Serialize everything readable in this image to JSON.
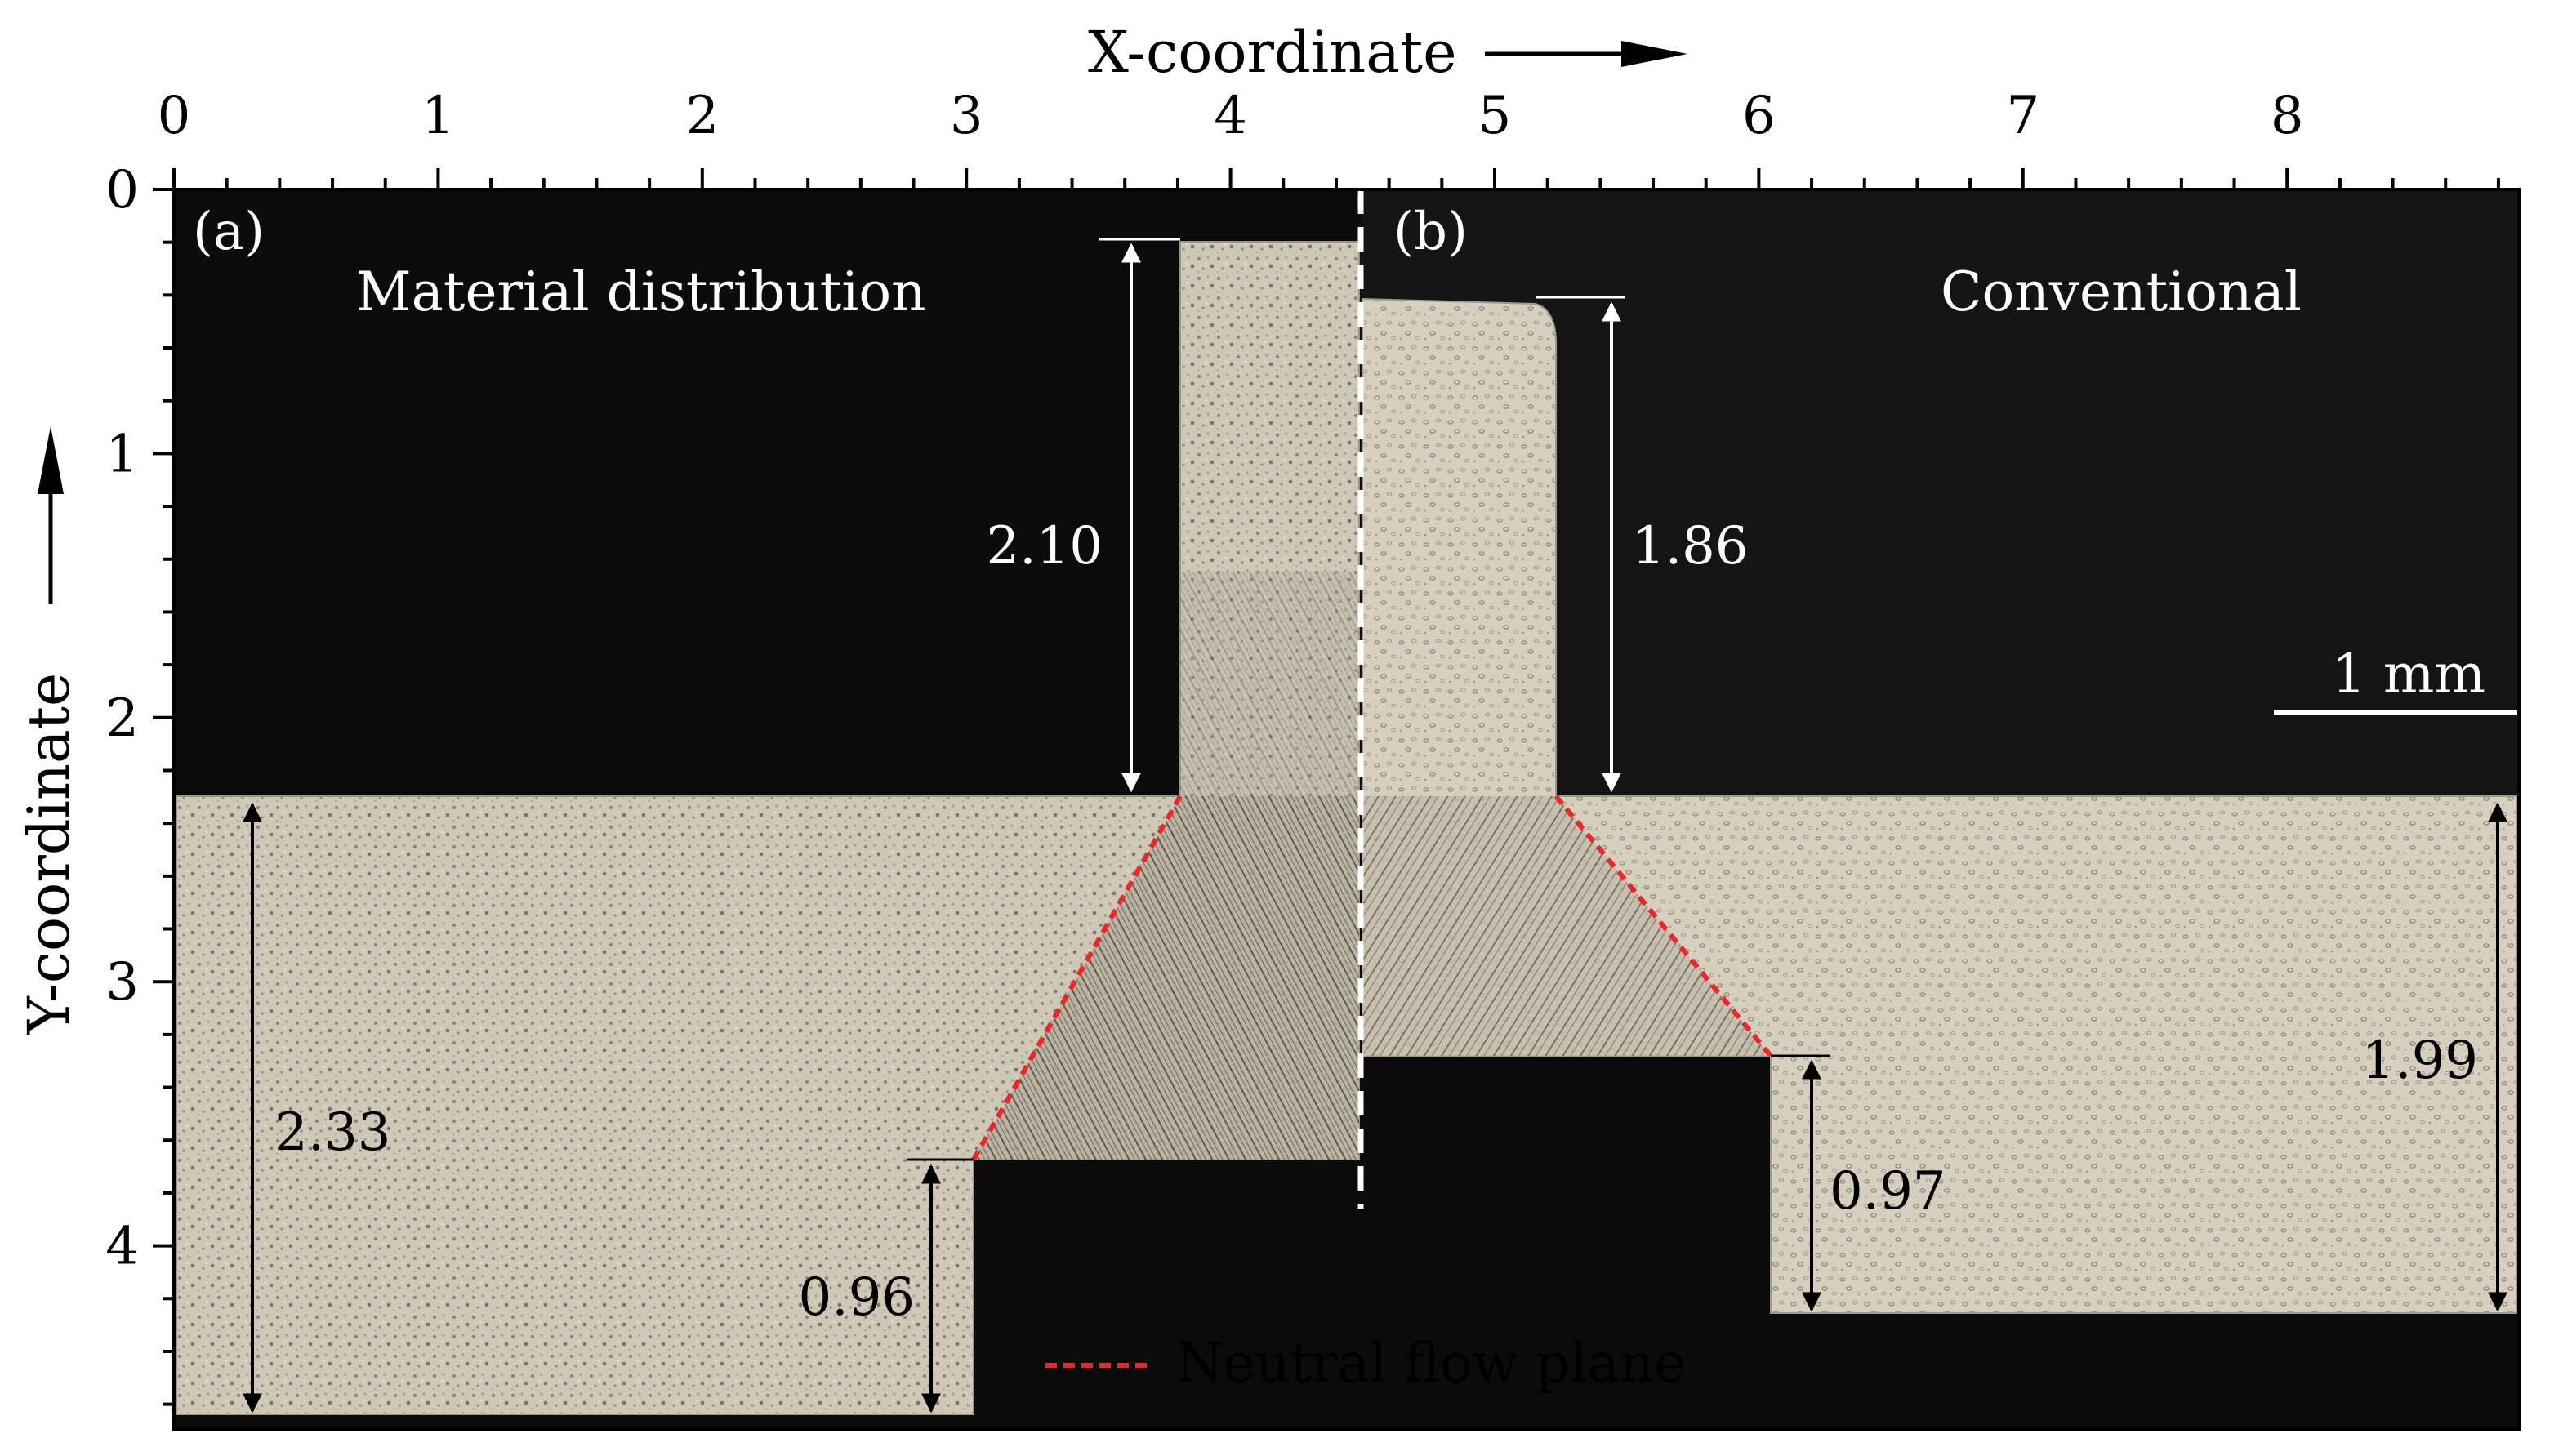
{
  "axes": {
    "x_title": "X-coordinate",
    "y_title": "Y-coordinate",
    "x_ticks": [
      "0",
      "1",
      "2",
      "3",
      "4",
      "5",
      "6",
      "7",
      "8"
    ],
    "y_ticks": [
      "0",
      "1",
      "2",
      "3",
      "4"
    ],
    "x_range": [
      0,
      8.9
    ],
    "y_range": [
      0,
      4.7
    ],
    "minor_step": 0.2
  },
  "panels": {
    "a": {
      "label": "(a)",
      "title": "Material distribution"
    },
    "b": {
      "label": "(b)",
      "title": "Conventional"
    }
  },
  "dimensions": {
    "a_top": "2.10",
    "a_flange": "2.33",
    "a_lip": "0.96",
    "b_top": "1.86",
    "b_flange": "1.99",
    "b_lip": "0.97"
  },
  "scale_bar": {
    "label": "1 mm"
  },
  "legend": {
    "neutral_flow_plane": "Neutral flow plane"
  },
  "colors": {
    "background": "#0b0b0c",
    "specimen": "#cfc8b5",
    "neutral_line": "#e8282a",
    "dim_white": "#ffffff",
    "dim_black": "#000000"
  }
}
